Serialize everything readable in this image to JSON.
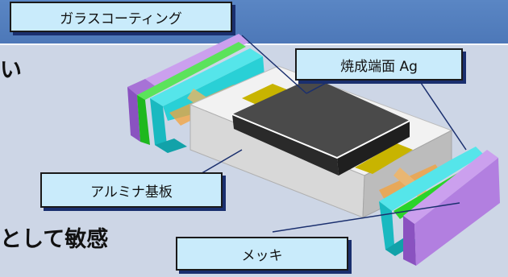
{
  "callouts": {
    "glass": "ガラスコーティング",
    "electrode": "焼成端面 Ag",
    "alumina": "アルミナ基板",
    "plating": "メッキ"
  },
  "fragments": {
    "top_right": "い",
    "bottom": "として敏感"
  },
  "colors": {
    "background": "#cdd6e6",
    "header": "#4d78b8",
    "callout_fill": "#c9ebfb",
    "callout_shadow": "#1a2f6e",
    "substrate": "#ececec",
    "glass_top": "#3c3c3c",
    "silver_contact": "#c8b400",
    "cyan_cap": "#1fd0d8",
    "green_layer": "#2ad42a",
    "purple_cap": "#b27fe0",
    "orange_glow": "#f6a23a"
  }
}
